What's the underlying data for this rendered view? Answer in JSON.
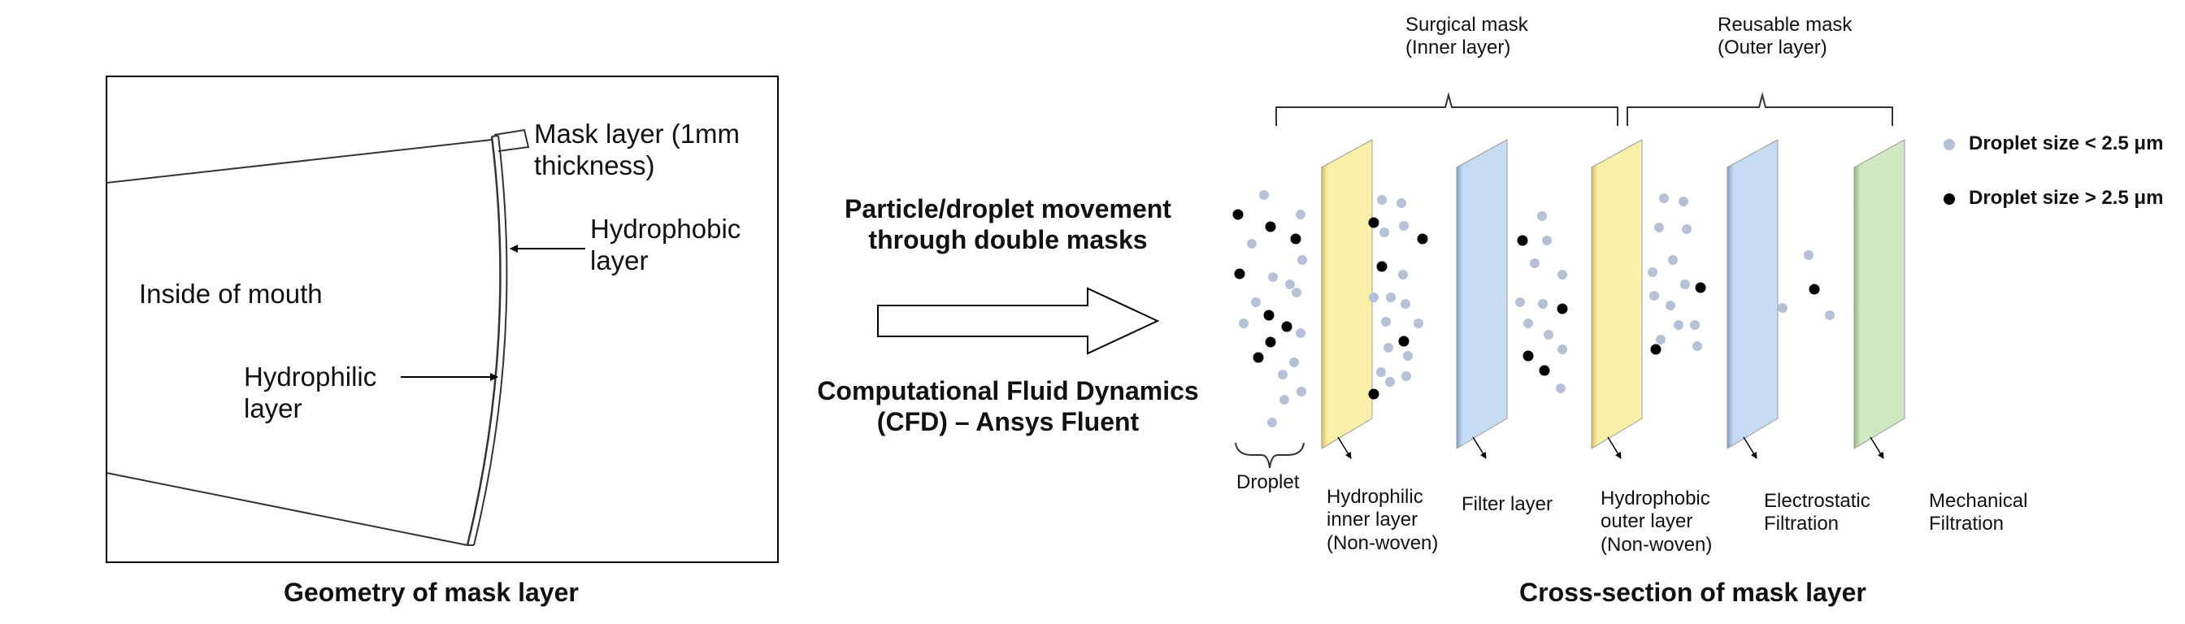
{
  "geometry": {
    "label_mask_layer": "Mask layer (1mm\nthickness)",
    "label_hydrophobic": "Hydrophobic\nlayer",
    "label_inside_mouth": "Inside of mouth",
    "label_hydrophilic": "Hydrophilic\nlayer",
    "caption": "Geometry of mask layer"
  },
  "middle": {
    "heading": "Particle/droplet movement\nthrough double masks",
    "method": "Computational Fluid Dynamics\n(CFD) – Ansys Fluent"
  },
  "cross_section": {
    "surgical_mask": "Surgical mask\n(Inner layer)",
    "reusable_mask": "Reusable  mask\n(Outer layer)",
    "legend": [
      {
        "label": "Droplet size < 2.5 μm",
        "color": "#b4c1d7"
      },
      {
        "label": "Droplet size > 2.5 μm",
        "color": "#000000"
      }
    ],
    "droplet_label": "Droplet",
    "layers": [
      {
        "label": "Hydrophilic\ninner layer\n(Non-woven)",
        "color": "#fbf0a8"
      },
      {
        "label": "Filter layer",
        "color": "#c5dbf3"
      },
      {
        "label": "Hydrophobic\nouter layer\n(Non-woven)",
        "color": "#fbf0a8"
      },
      {
        "label": "Electrostatic\nFiltration",
        "color": "#c5dbf3"
      },
      {
        "label": "Mechanical\nFiltration",
        "color": "#cfe8c2"
      }
    ],
    "caption": "Cross-section of mask layer"
  }
}
